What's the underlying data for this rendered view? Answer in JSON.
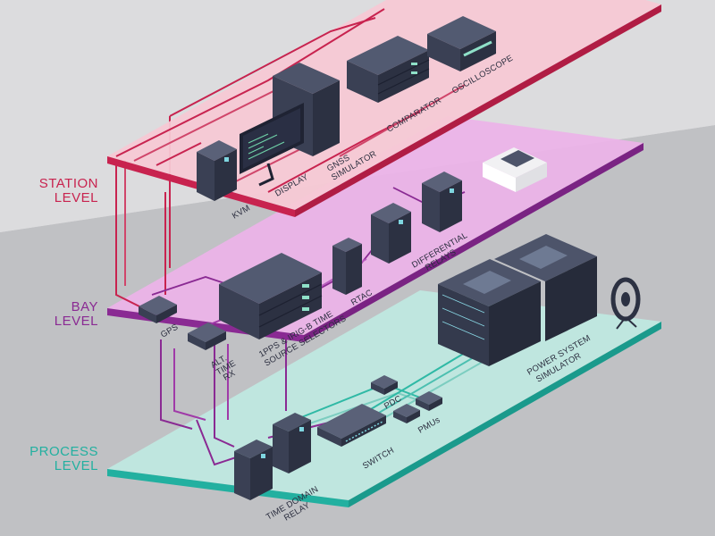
{
  "levels": {
    "station": {
      "line1": "STATION",
      "line2": "LEVEL",
      "color": "#c8234f",
      "plane": "#f6c9d4"
    },
    "bay": {
      "line1": "BAY",
      "line2": "LEVEL",
      "color": "#8a2a93",
      "plane": "#ecb3e8"
    },
    "process": {
      "line1": "PROCESS",
      "line2": "LEVEL",
      "color": "#22b0a0",
      "plane": "#bfe6df"
    }
  },
  "devices": {
    "kvm": "KVM",
    "display": "DISPLAY",
    "gnss_1": "GNSS",
    "gnss_2": "SIMULATOR",
    "comparator": "COMPARATOR",
    "oscilloscope": "OSCILLOSCOPE",
    "gps": "GPS",
    "alt_1": "ALT.",
    "alt_2": "TIME",
    "alt_3": "RX",
    "selectors_1": "1PPS & IRIG-B TIME",
    "selectors_2": "SOURCE SELECTORS",
    "rtac": "RTAC",
    "diff_1": "DIFFERENTIAL",
    "diff_2": "RELAYS",
    "pss_1": "POWER SYSTEM",
    "pss_2": "SIMULATOR",
    "tdr_1": "TIME DOMAIN",
    "tdr_2": "RELAY",
    "switch": "SWITCH",
    "pdc": "PDC",
    "pmus": "PMUs"
  }
}
